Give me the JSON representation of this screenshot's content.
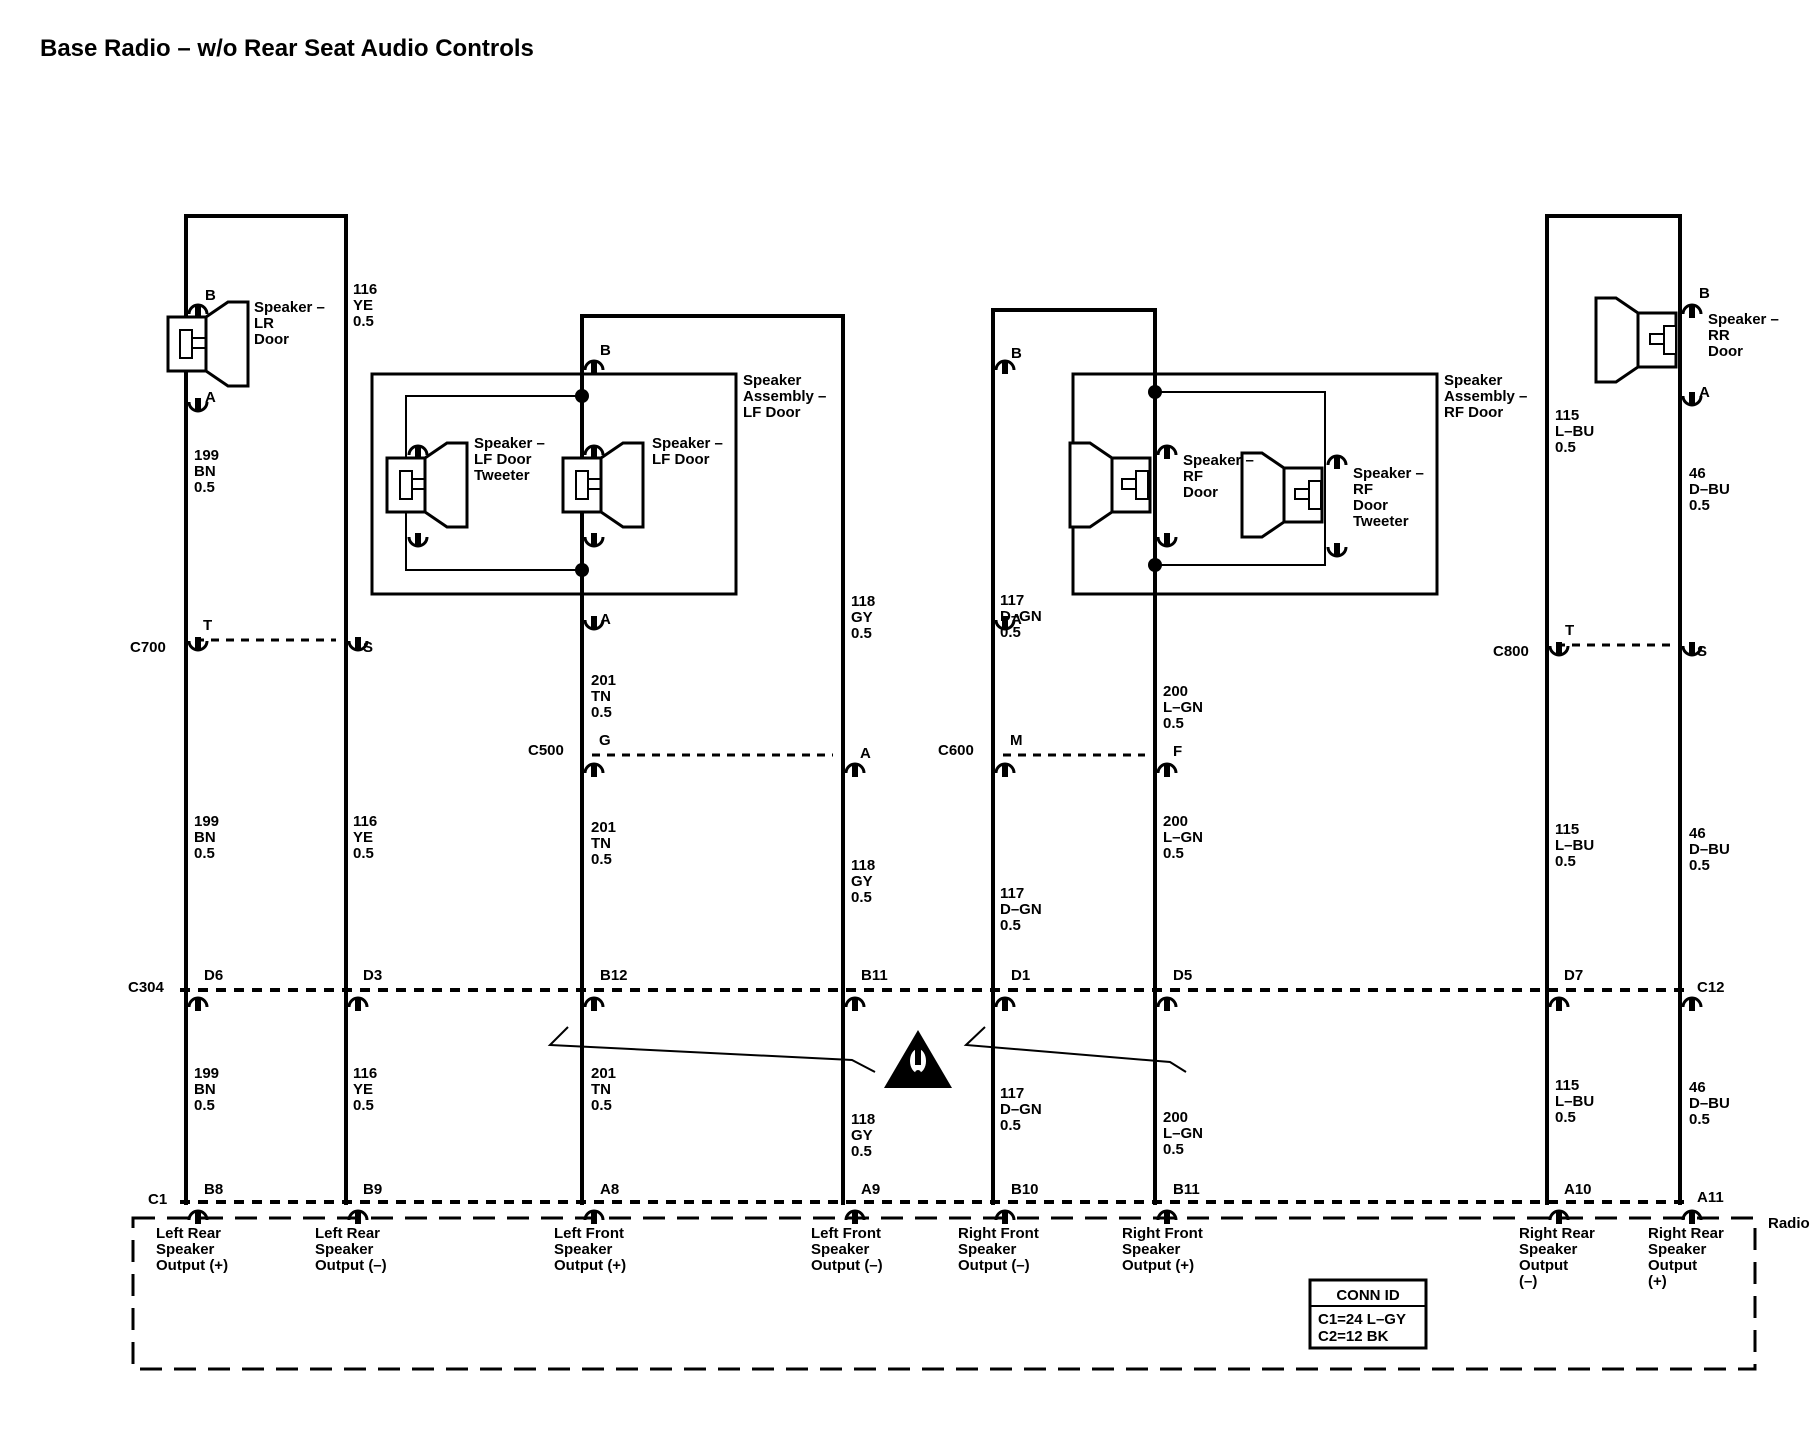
{
  "title": "Base Radio – w/o Rear Seat Audio Controls",
  "colors": {
    "line": "#000000",
    "background": "#ffffff"
  },
  "icons": {
    "warning": "warning-triangle-icon"
  },
  "speakers": {
    "lr": {
      "name": [
        "Speaker –",
        "LR",
        "Door"
      ],
      "pin_top": "B",
      "pin_bottom": "A"
    },
    "rr": {
      "name": [
        "Speaker –",
        "RR",
        "Door"
      ],
      "pin_top": "B",
      "pin_bottom": "A"
    },
    "lf_assembly": {
      "name": [
        "Speaker",
        "Assembly –",
        "LF Door"
      ],
      "pin_top": "B",
      "pin_bottom": "A"
    },
    "lf_tweeter": {
      "name": [
        "Speaker –",
        "LF Door",
        "Tweeter"
      ]
    },
    "lf_door": {
      "name": [
        "Speaker –",
        "LF Door"
      ]
    },
    "rf_assembly": {
      "name": [
        "Speaker",
        "Assembly –",
        "RF Door"
      ],
      "pin_top": "B",
      "pin_bottom": "A"
    },
    "rf_door": {
      "name": [
        "Speaker –",
        "RF",
        "Door"
      ]
    },
    "rf_tweeter": {
      "name": [
        "Speaker –",
        "RF",
        "Door",
        "Tweeter"
      ]
    }
  },
  "wires": {
    "w199": [
      "199",
      "BN",
      "0.5"
    ],
    "w116": [
      "116",
      "YE",
      "0.5"
    ],
    "w201": [
      "201",
      "TN",
      "0.5"
    ],
    "w118": [
      "118",
      "GY",
      "0.5"
    ],
    "w117": [
      "117",
      "D–GN",
      "0.5"
    ],
    "w200": [
      "200",
      "L–GN",
      "0.5"
    ],
    "w115": [
      "115",
      "L–BU",
      "0.5"
    ],
    "w46": [
      "46",
      "D–BU",
      "0.5"
    ]
  },
  "connectors": {
    "c700": {
      "name": "C700",
      "pins": [
        "T",
        "S"
      ]
    },
    "c800": {
      "name": "C800",
      "pins": [
        "T",
        "S"
      ]
    },
    "c500": {
      "name": "C500",
      "pins": [
        "G",
        "A"
      ]
    },
    "c600": {
      "name": "C600",
      "pins": [
        "M",
        "F"
      ]
    },
    "c304": {
      "name": "C304",
      "pins": [
        "D6",
        "D3",
        "B12",
        "B11",
        "D1",
        "D5",
        "D7",
        "C12"
      ]
    },
    "c1": {
      "name": "C1",
      "pins": [
        "B8",
        "B9",
        "A8",
        "A9",
        "B10",
        "B11",
        "A10",
        "A11"
      ]
    }
  },
  "radio": {
    "label": "Radio",
    "outputs": [
      [
        "Left Rear",
        "Speaker",
        "Output (+)"
      ],
      [
        "Left Rear",
        "Speaker",
        "Output (–)"
      ],
      [
        "Left Front",
        "Speaker",
        "Output (+)"
      ],
      [
        "Left Front",
        "Speaker",
        "Output (–)"
      ],
      [
        "Right Front",
        "Speaker",
        "Output (–)"
      ],
      [
        "Right Front",
        "Speaker",
        "Output (+)"
      ],
      [
        "Right Rear",
        "Speaker",
        "Output",
        "(–)"
      ],
      [
        "Right Rear",
        "Speaker",
        "Output",
        "(+)"
      ]
    ],
    "conn_id": {
      "header": "CONN ID",
      "lines": [
        "C1=24 L–GY",
        "C2=12 BK"
      ]
    }
  }
}
